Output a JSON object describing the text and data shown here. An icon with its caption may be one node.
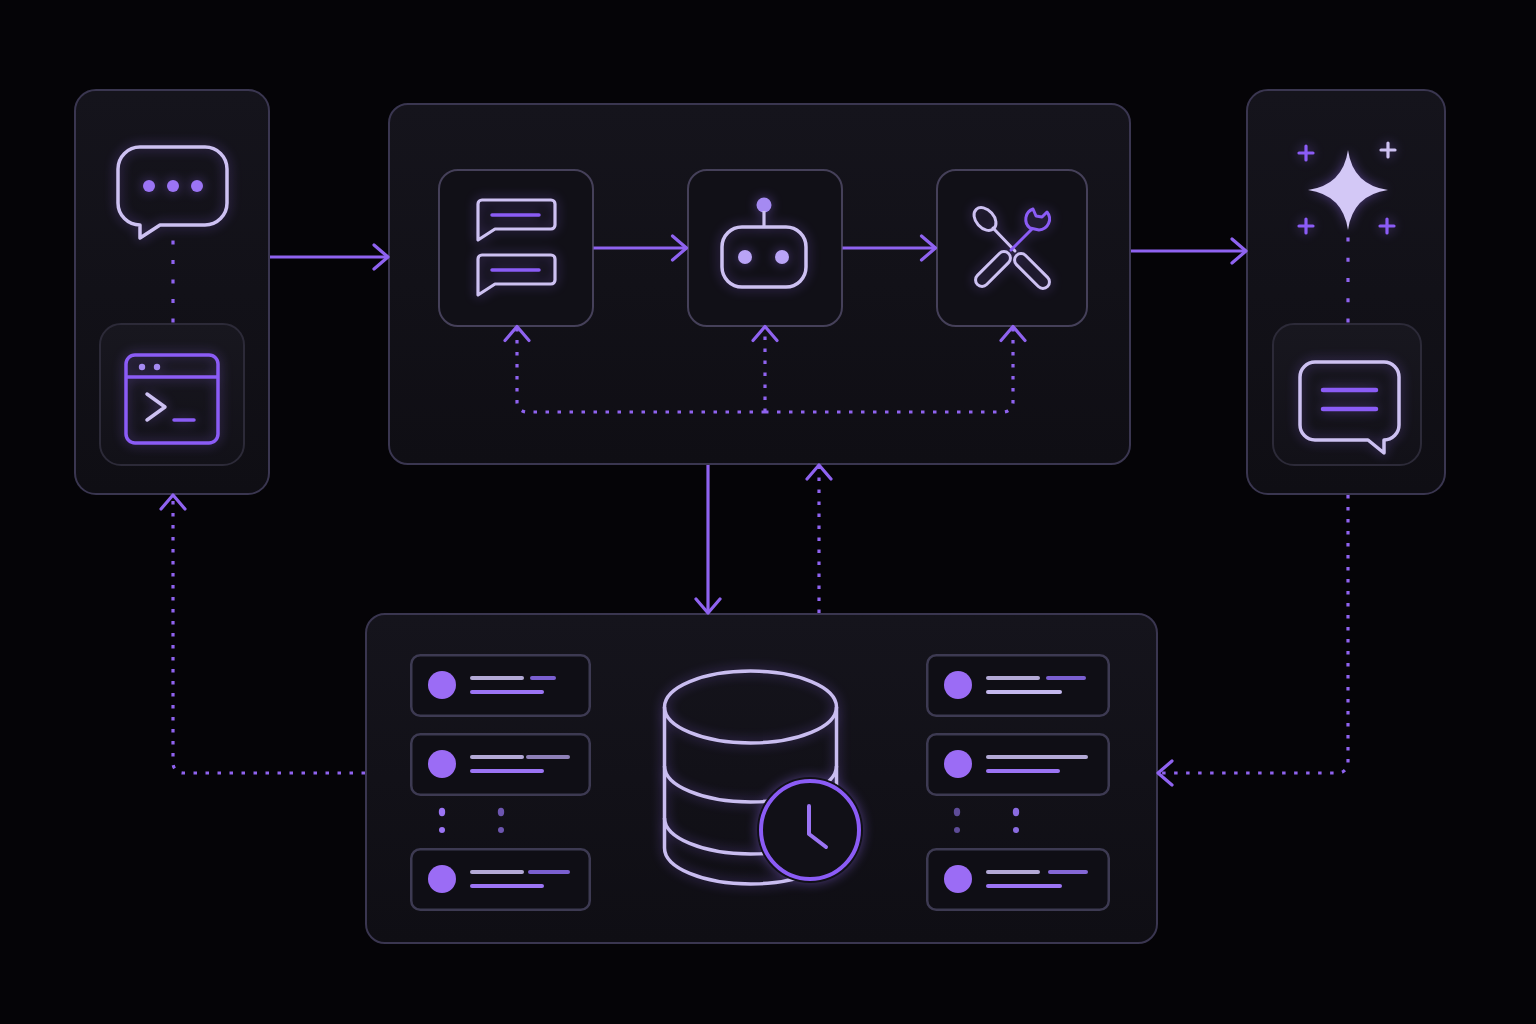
{
  "diagram": {
    "nodes": [
      {
        "text": [],
        "shape": "box"
      },
      {
        "text": [],
        "shape": "picture",
        "in": 0
      },
      {
        "text": [],
        "shape": "box",
        "in": 0
      },
      {
        "text": [],
        "shape": "box"
      },
      {
        "text": [],
        "shape": "box",
        "in": 3
      },
      {
        "text": [],
        "shape": "box",
        "in": 3
      },
      {
        "text": [],
        "shape": "box",
        "in": 3
      },
      {
        "text": [],
        "shape": "box"
      },
      {
        "text": [],
        "shape": "picture",
        "in": 7
      },
      {
        "text": [],
        "shape": "box",
        "in": 7
      },
      {
        "text": [],
        "shape": "box"
      }
    ],
    "edges": [
      {
        "from": 0,
        "to": 3,
        "arrow": "to"
      },
      {
        "from": 1,
        "to": 2,
        "arrow": "none",
        "style": "dashed"
      },
      {
        "from": 4,
        "to": 5,
        "arrow": "to"
      },
      {
        "from": 5,
        "to": 6,
        "arrow": "to"
      },
      {
        "from": null,
        "to": 4,
        "arrow": "to",
        "style": "dashed"
      },
      {
        "from": null,
        "to": 5,
        "arrow": "to",
        "style": "dashed"
      },
      {
        "from": null,
        "to": 6,
        "arrow": "to",
        "style": "dashed"
      },
      {
        "from": 3,
        "to": 7,
        "arrow": "to"
      },
      {
        "from": 8,
        "to": 9,
        "arrow": "none",
        "style": "dashed"
      },
      {
        "from": 3,
        "to": 10,
        "arrow": "to"
      },
      {
        "from": 10,
        "to": 3,
        "arrow": "to",
        "style": "dashed"
      },
      {
        "from": 10,
        "to": 0,
        "arrow": "to",
        "style": "dashed"
      },
      {
        "from": 7,
        "to": 10,
        "arrow": "to",
        "style": "dashed"
      }
    ]
  }
}
